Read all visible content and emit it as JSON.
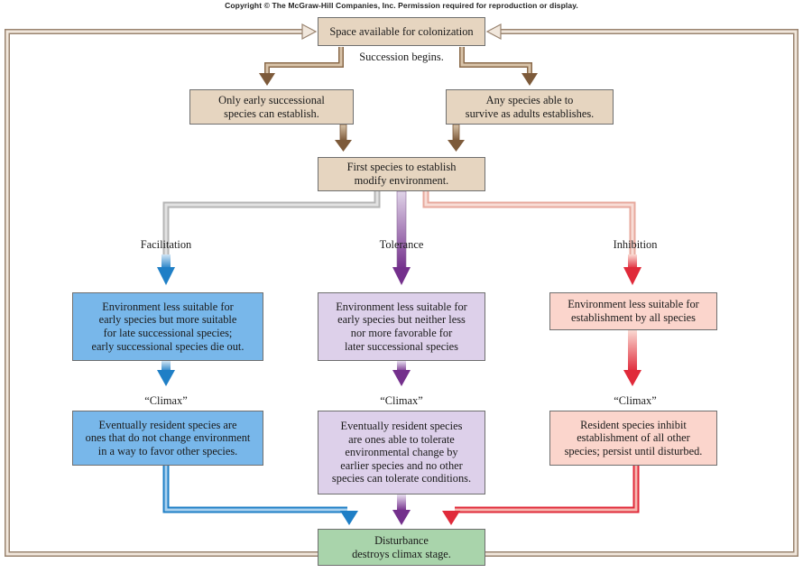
{
  "copyright": "Copyright © The McGraw-Hill Companies, Inc. Permission required for reproduction or display.",
  "nodes": {
    "space": "Space available for colonization",
    "succession_begins": "Succession begins.",
    "early_only": "Only early successional\nspecies can establish.",
    "any_species": "Any species able to\nsurvive as adults establishes.",
    "first_species": "First species to establish\nmodify environment.",
    "facilitation_label": "Facilitation",
    "tolerance_label": "Tolerance",
    "inhibition_label": "Inhibition",
    "facilitation_env": "Environment less suitable for\nearly species but more suitable\nfor late successional species;\nearly successional species die out.",
    "tolerance_env": "Environment less suitable for\nearly species but neither less\nnor more favorable for\nlater successional species",
    "inhibition_env": "Environment less suitable for\nestablishment by all species",
    "climax_1": "“Climax”",
    "climax_2": "“Climax”",
    "climax_3": "“Climax”",
    "facilitation_result": "Eventually resident species are\nones that do not change environment\nin a way to favor other species.",
    "tolerance_result": "Eventually resident species\nare ones able to tolerate\nenvironmental change by\nearlier species and no other\nspecies can tolerate conditions.",
    "inhibition_result": "Resident species inhibit\nestablishment of all other\nspecies; persist until disturbed.",
    "disturbance": "Disturbance\ndestroys climax stage."
  },
  "colors": {
    "brown_arrow": "#8a6a4a",
    "blue_arrow": "#2b86c8",
    "purple_arrow": "#7a3b8f",
    "red_arrow": "#e2404a",
    "loop_outline": "#a08872"
  }
}
